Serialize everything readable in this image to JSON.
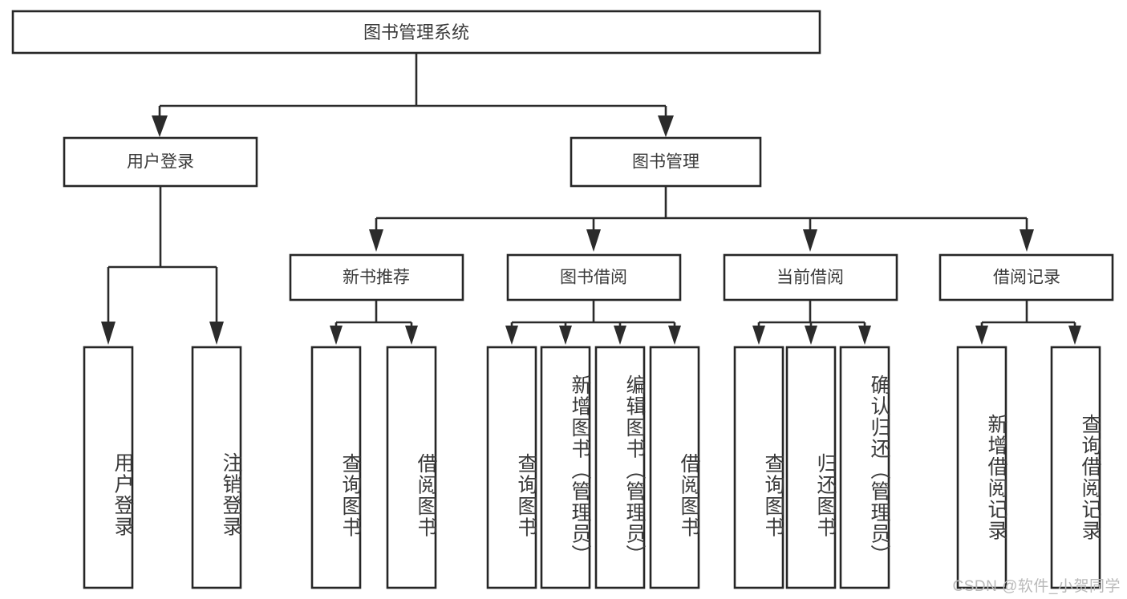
{
  "diagram": {
    "title": "图书管理系统",
    "type": "tree-hierarchy",
    "watermark": "CSDN @软件_小贺同学",
    "root": {
      "label": "图书管理系统",
      "id": "root-library-management-system"
    },
    "level2": [
      {
        "id": "user-login",
        "label": "用户登录"
      },
      {
        "id": "book-management",
        "label": "图书管理"
      }
    ],
    "level3": [
      {
        "id": "new-book-recommend",
        "label": "新书推荐",
        "parent": "book-management"
      },
      {
        "id": "book-borrow",
        "label": "图书借阅",
        "parent": "book-management"
      },
      {
        "id": "current-borrow",
        "label": "当前借阅",
        "parent": "book-management"
      },
      {
        "id": "borrow-record",
        "label": "借阅记录",
        "parent": "book-management"
      }
    ],
    "leaves": [
      {
        "id": "leaf-user-login",
        "label": "用户登录",
        "parent": "user-login"
      },
      {
        "id": "leaf-logout-login",
        "label": "注销登录",
        "parent": "user-login"
      },
      {
        "id": "leaf-query-book-1",
        "label": "查询图书",
        "parent": "new-book-recommend"
      },
      {
        "id": "leaf-borrow-book-1",
        "label": "借阅图书",
        "parent": "new-book-recommend"
      },
      {
        "id": "leaf-query-book-2",
        "label": "查询图书",
        "parent": "book-borrow"
      },
      {
        "id": "leaf-add-book-admin",
        "label": "新增图书（管理员）",
        "parent": "book-borrow"
      },
      {
        "id": "leaf-edit-book-admin",
        "label": "编辑图书（管理员）",
        "parent": "book-borrow"
      },
      {
        "id": "leaf-borrow-book-2",
        "label": "借阅图书",
        "parent": "book-borrow"
      },
      {
        "id": "leaf-query-book-3",
        "label": "查询图书",
        "parent": "current-borrow"
      },
      {
        "id": "leaf-return-book",
        "label": "归还图书",
        "parent": "current-borrow"
      },
      {
        "id": "leaf-confirm-return-admin",
        "label": "确认归还（管理员）",
        "parent": "current-borrow"
      },
      {
        "id": "leaf-add-borrow-record",
        "label": "新增借阅记录",
        "parent": "borrow-record"
      },
      {
        "id": "leaf-query-borrow-record",
        "label": "查询借阅记录",
        "parent": "borrow-record"
      }
    ],
    "colors": {
      "stroke": "#262626",
      "fill": "#ffffff",
      "text": "#3a3a3a",
      "watermark": "#b9b9b9",
      "background": "#ffffff"
    }
  }
}
